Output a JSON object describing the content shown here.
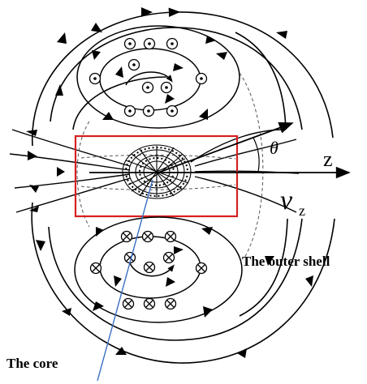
{
  "labels": {
    "theta": "θ",
    "axis_z": "z",
    "velocity_main": "v",
    "velocity_sub": "z",
    "outer_shell": "The outer shell",
    "core": "The core"
  },
  "colors": {
    "line": "#000000",
    "box": "#d62020",
    "pointer": "#3a6fc4"
  },
  "legend_symbols": {
    "dot_marker": "current-out-of-page-icon",
    "cross_marker": "current-into-page-icon"
  }
}
